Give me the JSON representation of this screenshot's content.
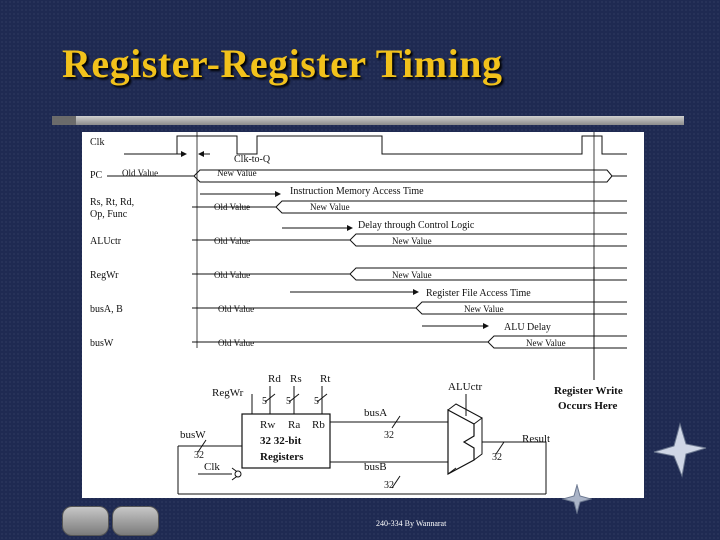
{
  "slide": {
    "title": "Register-Register Timing",
    "footer": "240-334 By Wannarat"
  },
  "timing": {
    "signals": [
      {
        "id": "clk",
        "label": "Clk",
        "old": "",
        "new": ""
      },
      {
        "id": "pc",
        "label": "PC",
        "old": "Old Value",
        "new": "New Value"
      },
      {
        "id": "rs",
        "label": "Rs, Rt, Rd,",
        "label2": "Op, Func",
        "old": "Old Value",
        "new": "New Value"
      },
      {
        "id": "aluctr",
        "label": "ALUctr",
        "old": "Old Value",
        "new": "New Value"
      },
      {
        "id": "regwr",
        "label": "RegWr",
        "old": "Old Value",
        "new": "New Value"
      },
      {
        "id": "busab",
        "label": "busA, B",
        "old": "Old Value",
        "new": "New Value"
      },
      {
        "id": "busw",
        "label": "busW",
        "old": "Old Value",
        "new": "New Value"
      }
    ],
    "delays": {
      "clk_to_q": "Clk-to-Q",
      "imem": "Instruction Memory Access Time",
      "control": "Delay through Control Logic",
      "regfile": "Register File Access Time",
      "alu": "ALU Delay"
    }
  },
  "datapath": {
    "regwr": "RegWr",
    "rd": "Rd",
    "rs": "Rs",
    "rt": "Rt",
    "width5": "5",
    "rw": "Rw",
    "ra": "Ra",
    "rb": "Rb",
    "regfile_line1": "32 32-bit",
    "regfile_line2": "Registers",
    "busw": "busW",
    "clk": "Clk",
    "busa": "busA",
    "busb": "busB",
    "width32": "32",
    "aluctr": "ALUctr",
    "result": "Result",
    "note_line1": "Register Write",
    "note_line2": "Occurs Here"
  },
  "colors": {
    "background": "#1f2a52",
    "title": "#f2c21b",
    "figure": "#ffffff"
  }
}
